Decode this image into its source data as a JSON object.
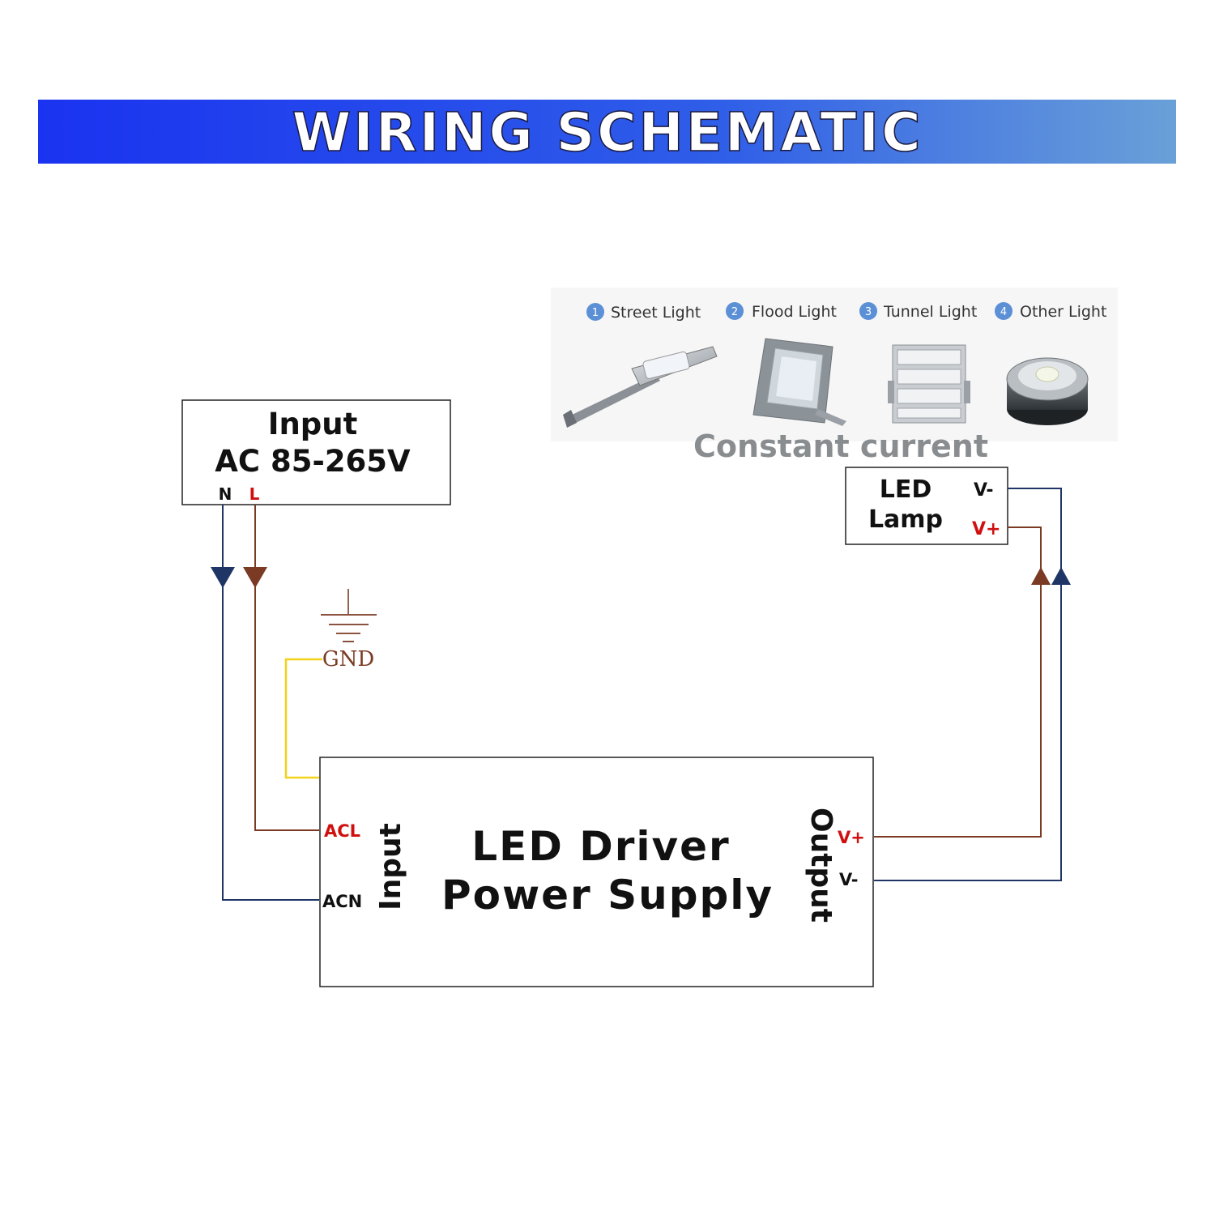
{
  "banner": {
    "title": "WIRING SCHEMATIC",
    "gradient_start": "#1a33f0",
    "gradient_end": "#6aa0d8"
  },
  "input_box": {
    "title_line1": "Input",
    "title_line2": "AC 85-265V",
    "terminal_n": "N",
    "terminal_l": "L"
  },
  "ground": {
    "label": "GND"
  },
  "driver": {
    "title_line1": "LED Driver",
    "title_line2": "Power Supply",
    "input_label": "Input",
    "output_label": "Output",
    "acl": "ACL",
    "acn": "ACN",
    "vplus": "V+",
    "vminus": "V-"
  },
  "lamp": {
    "title_line1": "LED",
    "title_line2": "Lamp",
    "vminus": "V-",
    "vplus": "V+"
  },
  "applications": {
    "items": [
      {
        "num": "1",
        "label": "Street Light",
        "icon": "street-light-icon"
      },
      {
        "num": "2",
        "label": "Flood Light",
        "icon": "flood-light-icon"
      },
      {
        "num": "3",
        "label": "Tunnel Light",
        "icon": "tunnel-light-icon"
      },
      {
        "num": "4",
        "label": "Other Light",
        "icon": "other-light-icon"
      }
    ],
    "caption": "Constant current"
  },
  "colors": {
    "neutral_wire": "#1f3566",
    "live_wire": "#7b3a24",
    "ground_wire": "#f2d21a",
    "red_label": "#d01010",
    "badge": "#5b8fd6"
  }
}
